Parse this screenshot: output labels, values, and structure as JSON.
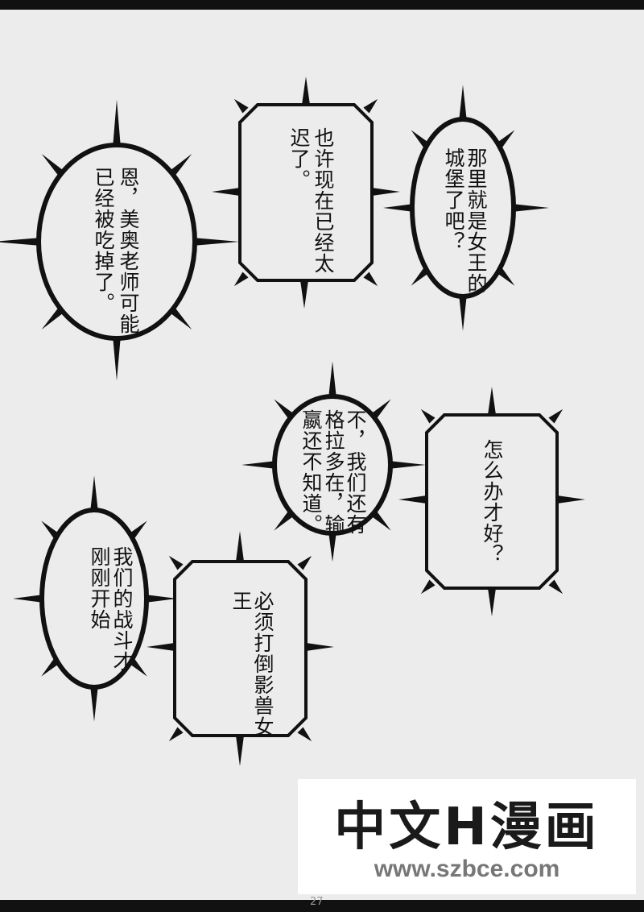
{
  "bubbles": [
    {
      "shape": "ellipse",
      "lines": [
        "恩，美奥老师可能",
        "已经被吃掉了。"
      ]
    },
    {
      "shape": "octagon",
      "lines": [
        "也许现在已经太",
        "迟了。"
      ]
    },
    {
      "shape": "ellipse",
      "lines": [
        "那里就是女王的",
        "城堡了吧？"
      ]
    },
    {
      "shape": "ellipse",
      "lines": [
        "不，我们还有",
        "格拉多在，输",
        "嬴还不知道。"
      ]
    },
    {
      "shape": "octagon",
      "lines": [
        "怎么办才好？"
      ]
    },
    {
      "shape": "ellipse",
      "lines": [
        "我们的战斗才",
        "刚刚开始"
      ]
    },
    {
      "shape": "octagon",
      "lines": [
        "必须打倒影兽女",
        "王"
      ]
    }
  ],
  "watermark": {
    "title": "中文H漫画",
    "url": "www.szbce.com"
  },
  "page_number": "27"
}
